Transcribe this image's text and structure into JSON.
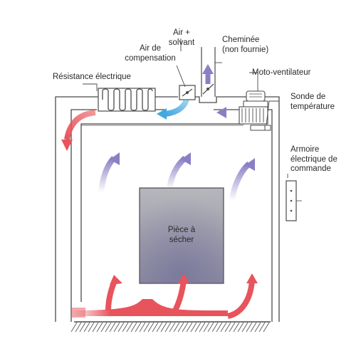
{
  "labels": {
    "air_solvant": "Air +\nsolvant",
    "cheminee": "Cheminée\n(non fournie)",
    "air_compensation": "Air de\ncompensation",
    "resistance": "Résistance électrique",
    "moto_ventilateur": "Moto-ventilateur",
    "sonde": "Sonde de\ntempérature",
    "armoire": "Armoire\nélectrique de\ncommande",
    "piece": "Pièce à\nsécher"
  },
  "colors": {
    "hot_air": "#e8545c",
    "recirculating_air": "#8b7fc4",
    "fresh_air": "#43a8e0",
    "wall": "#4a4a4a",
    "piece_fill": "#9a9aa2"
  }
}
